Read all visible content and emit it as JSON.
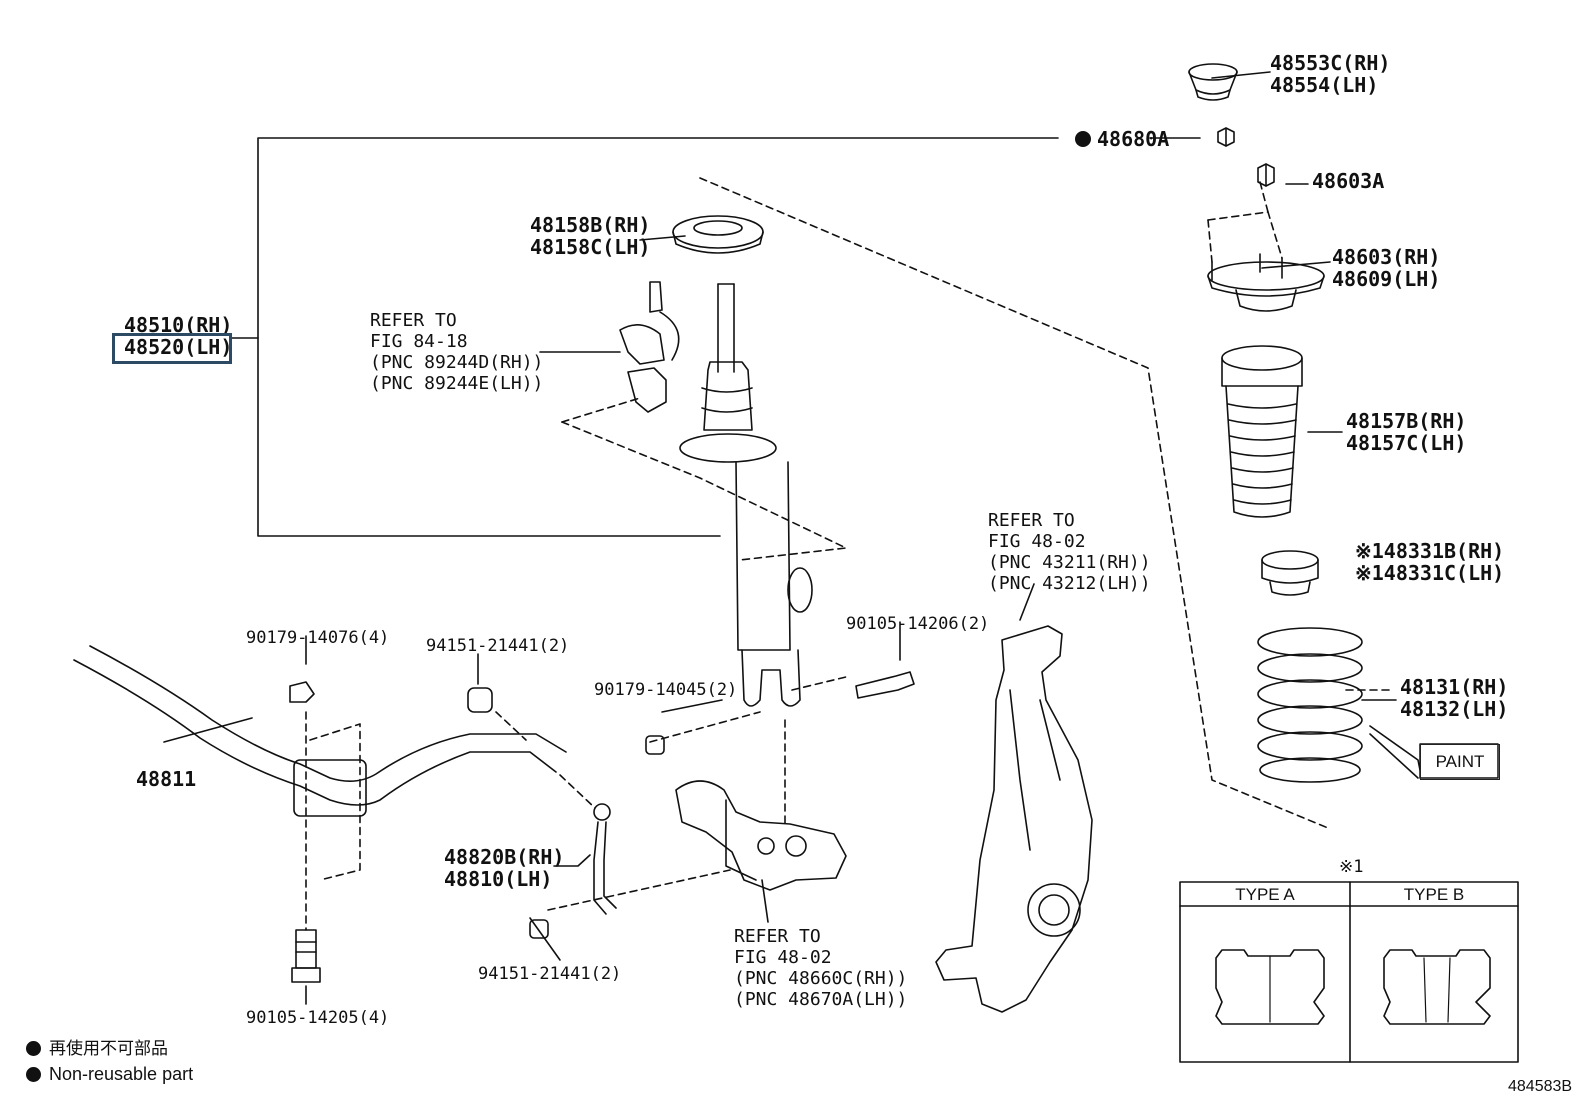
{
  "parts": {
    "p48553": [
      "48553C(RH)",
      "48554(LH)"
    ],
    "p48680": "48680A",
    "p48603A": "48603A",
    "p48158": [
      "48158B(RH)",
      "48158C(LH)"
    ],
    "p48603": [
      "48603(RH)",
      "48609(LH)"
    ],
    "p48510": [
      "48510(RH)",
      "48520(LH)"
    ],
    "p48157": [
      "48157B(RH)",
      "48157C(LH)"
    ],
    "p48331": [
      "※148331B(RH)",
      "※148331C(LH)"
    ],
    "p48131": [
      "48131(RH)",
      "48132(LH)"
    ],
    "p48811": "48811",
    "p48820": [
      "48820B(RH)",
      "48810(LH)"
    ]
  },
  "refs": {
    "sensor": [
      "REFER TO",
      "FIG 84-18",
      "(PNC 89244D(RH))",
      "(PNC 89244E(LH))"
    ],
    "knuckle": [
      "REFER TO",
      "FIG 48-02",
      "(PNC 43211(RH))",
      "(PNC 43212(LH))"
    ],
    "arm": [
      "REFER TO",
      "FIG 48-02",
      "(PNC 48660C(RH))",
      "(PNC 48670A(LH))"
    ]
  },
  "fasteners": {
    "f90179_14076": "90179-14076(4)",
    "f94151_top": "94151-21441(2)",
    "f90105_14206": "90105-14206(2)",
    "f90179_14045": "90179-14045(2)",
    "f94151_bottom": "94151-21441(2)",
    "f90105_14205": "90105-14205(4)"
  },
  "paint_label": "PAINT",
  "type_table": {
    "note": "※1",
    "type_a": "TYPE A",
    "type_b": "TYPE B"
  },
  "legend": {
    "jp": "再使用不可部品",
    "en": "Non-reusable part"
  },
  "figure_id": "484583B"
}
